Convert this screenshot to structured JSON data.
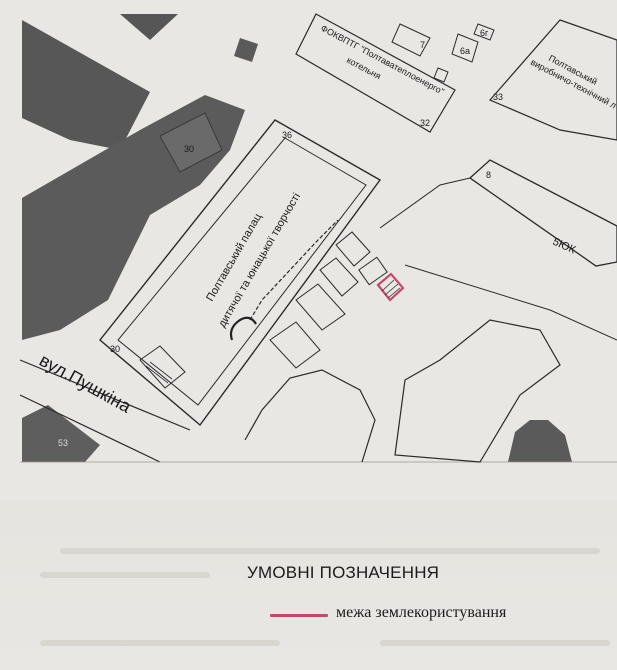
{
  "map": {
    "street_label": "вул.Пушкіна",
    "main_building_label_line1": "Полтавський палац",
    "main_building_label_line2": "дитячої та юнацької творчості",
    "boiler_label_line1": "ФОКВПТГ \"Полтаватеплоенерго\"",
    "boiler_label_line2": "котельня",
    "school_label_line1": "Полтавський",
    "school_label_line2": "виробничо-технічний л",
    "building_5juk_label": "5ЮК",
    "house_numbers": {
      "n36": "36",
      "n30_top": "30",
      "n30_bottom": "30",
      "n32": "32",
      "n33": "33",
      "n8": "8",
      "n53": "53",
      "n7": "7",
      "n6a": "6а",
      "n6b": "6г"
    },
    "colors": {
      "paper": "#e9e7e3",
      "dark_building": "#555555",
      "line": "#2a2a2a",
      "boundary": "#c4476c"
    }
  },
  "legend": {
    "title": "УМОВНІ ПОЗНАЧЕННЯ",
    "item_label": "межа землекористування"
  }
}
